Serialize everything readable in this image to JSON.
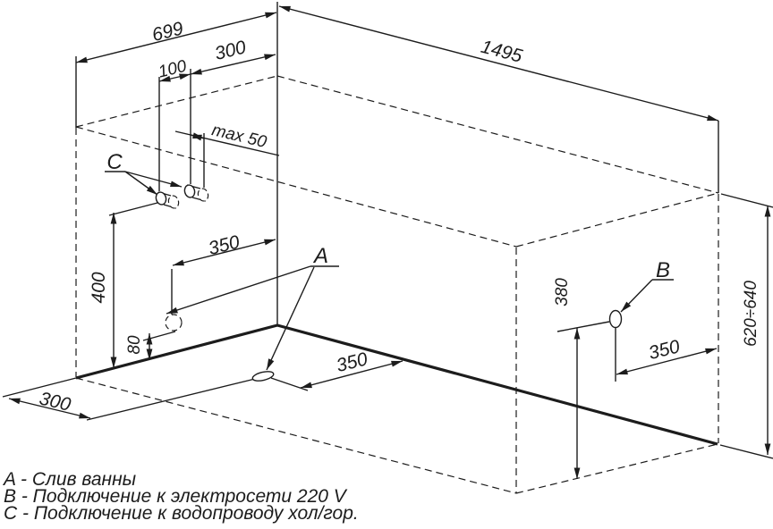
{
  "diagram": {
    "kind": "bathtub-installation-isometric-drawing",
    "colors": {
      "line": "#1c1c1c",
      "background": "#ffffff"
    },
    "dimensions": {
      "tub_width_top": "699",
      "pipe_spacing": "100",
      "pipes_to_corner": "300",
      "pipe_protrusion": "max 50",
      "tub_length_top": "1495",
      "wall_drain_to_corner": "350",
      "pipe_height": "400",
      "wall_drain_height": "80",
      "floor_drain_from_left_wall": "300",
      "floor_drain_to_corner": "350",
      "socket_height": "380",
      "socket_to_corner": "350",
      "rim_height_range": "620÷640"
    },
    "labels": {
      "drain": "A",
      "power": "B",
      "water": "C"
    },
    "legend": {
      "items": [
        {
          "key": "A",
          "text": "A - Слив ванны"
        },
        {
          "key": "B",
          "text": "B - Подключение к электросети 220 V"
        },
        {
          "key": "C",
          "text": "C - Подключение к водопроводу хол/гор."
        }
      ]
    }
  }
}
